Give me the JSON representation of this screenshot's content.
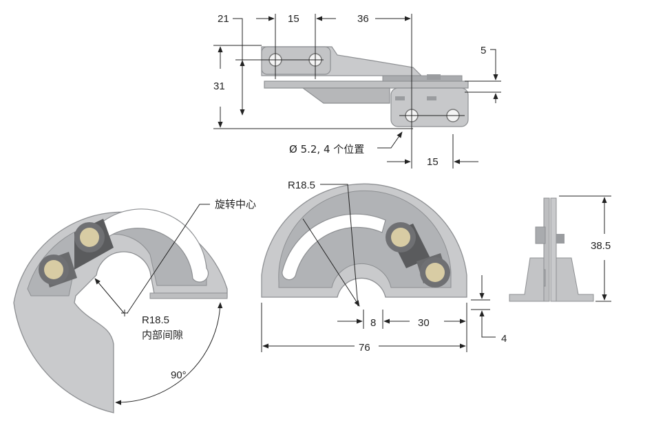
{
  "labels": {
    "top_21": "21",
    "top_15a": "15",
    "top_36": "36",
    "top_5": "5",
    "top_31": "31",
    "hole_note": "Ø 5.2, 4 个位置",
    "top_15b": "15",
    "pivot_center": "旋转中心",
    "r_left": "R18.5",
    "inner_clearance": "内部间隙",
    "angle": "90°",
    "r_mid": "R18.5",
    "mid_8": "8",
    "mid_30": "30",
    "mid_76": "76",
    "mid_4": "4",
    "side_38_5": "38.5"
  },
  "colors": {
    "plate": "#c9cacc",
    "plate_dark": "#a9abae",
    "plate_edge": "#8d8f92",
    "pin": "#d8cca4",
    "spring": "#5a5b5d",
    "line": "#222222"
  }
}
